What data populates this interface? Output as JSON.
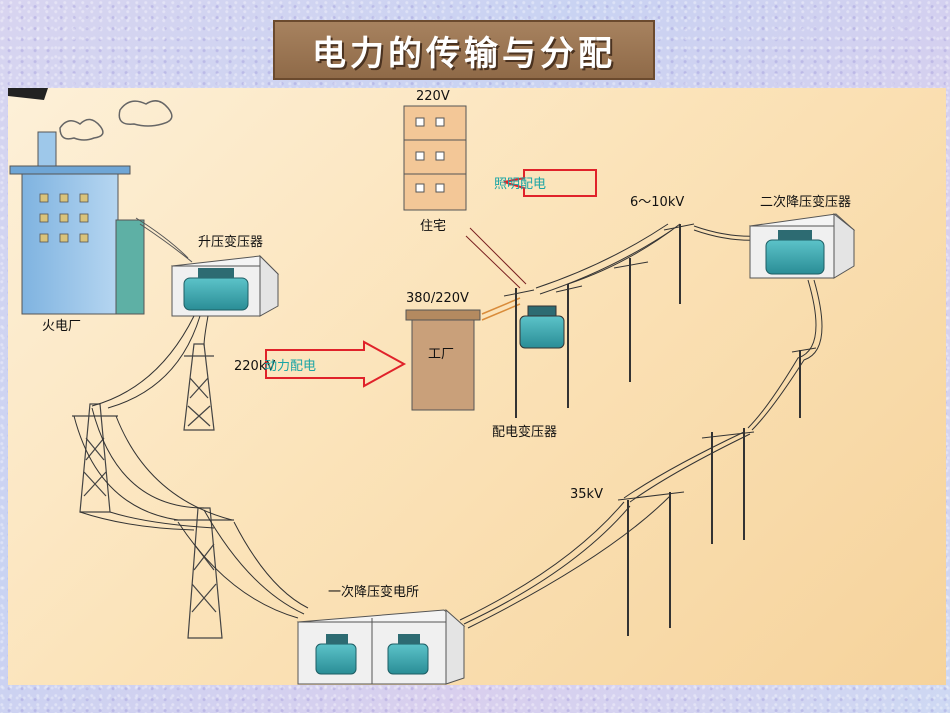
{
  "title": "电力的传输与分配",
  "labels": {
    "plant": "火电厂",
    "step_up": "升压变压器",
    "house_voltage": "220V",
    "house": "住宅",
    "lighting": "照明配电",
    "factory_voltage": "380/220V",
    "factory": "工厂",
    "power_dist": "动力配电",
    "line_220k": "220kV",
    "dist_transformer": "配电变压器",
    "line_6_10k": "6～10kV",
    "secondary": "二次降压变压器",
    "line_35k": "35kV",
    "primary": "一次降压变电所"
  },
  "colors": {
    "transformer": "#3aa9b0",
    "arrow": "#e0222a",
    "teal_text": "#1aa5a5"
  }
}
